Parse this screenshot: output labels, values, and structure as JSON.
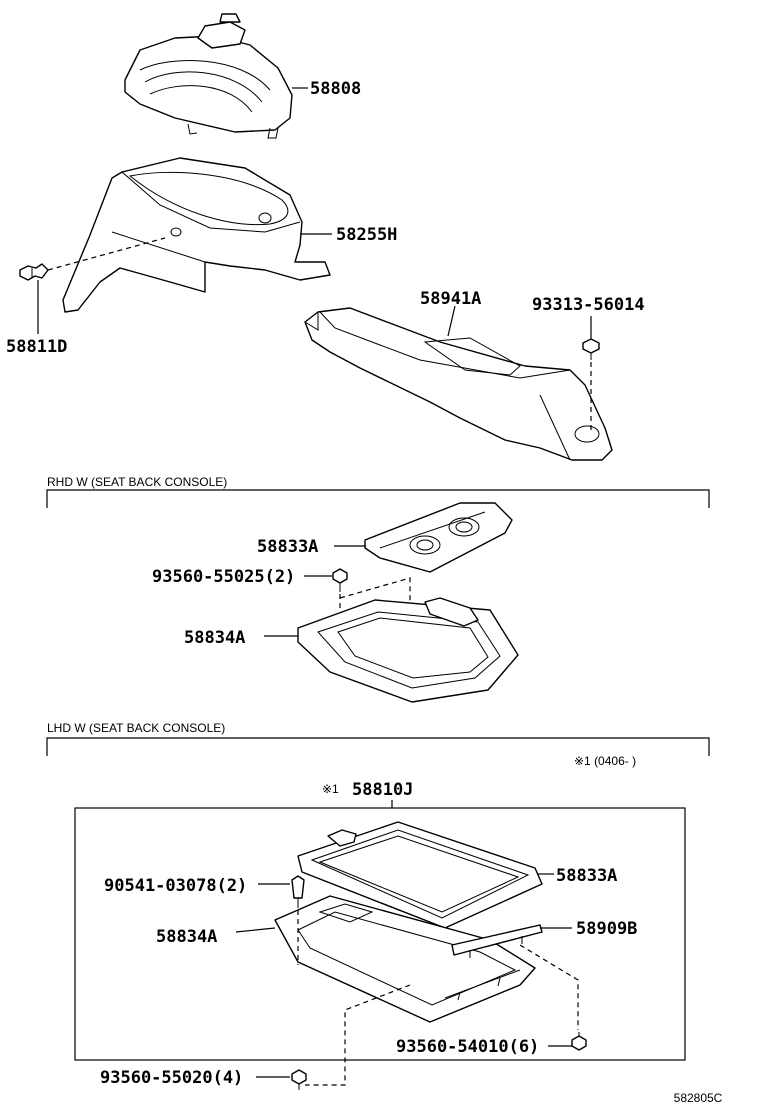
{
  "parts": {
    "p58808": "58808",
    "p58255H": "58255H",
    "p58811D": "58811D",
    "p58941A": "58941A",
    "p9331356014": "93313-56014",
    "rhd_58833A": "58833A",
    "rhd_9356055025": "93560-55025(2)",
    "rhd_58834A": "58834A",
    "lhd_58810J": "58810J",
    "lhd_58833A": "58833A",
    "lhd_9054103078": "90541-03078(2)",
    "lhd_58834A": "58834A",
    "lhd_58909B": "58909B",
    "lhd_9356054010": "93560-54010(6)",
    "lhd_9356055020": "93560-55020(4)"
  },
  "sections": {
    "rhd": "RHD W (SEAT BACK CONSOLE)",
    "lhd": "LHD W (SEAT BACK CONSOLE)"
  },
  "notes": {
    "marker": "※1",
    "range": "※1 (0406-      )"
  },
  "diagram_ref": "582805C"
}
